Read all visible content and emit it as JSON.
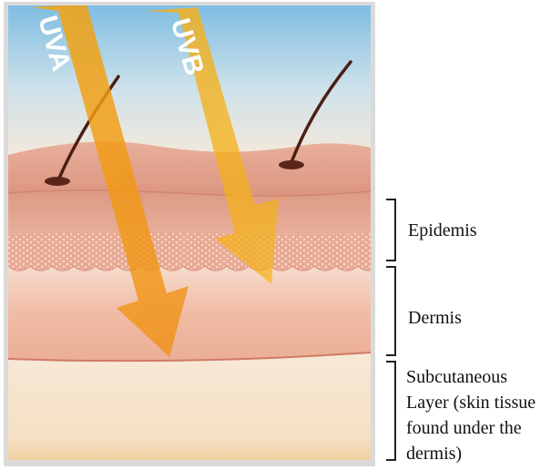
{
  "rays": [
    {
      "label": "UVA"
    },
    {
      "label": "UVB"
    }
  ],
  "layers": [
    {
      "label": "Epidemis"
    },
    {
      "label": "Dermis"
    },
    {
      "label": "Subcutaneous Layer (skin tissue found under the dermis)",
      "lines": [
        "Subcutaneous",
        "Layer (skin tissue",
        "found under the",
        "dermis)"
      ]
    }
  ],
  "colors": {
    "sky_top": "#8ec3e3",
    "sky_bottom": "#f3e6d6",
    "skin_surface": "#d9907a",
    "epidermis": "#e7a894",
    "dermis": "#f2c2ad",
    "subcutaneous": "#f6e3cc",
    "ray": "#f0a21e",
    "hair": "#4a1f14",
    "frame": "#d8d8d8"
  }
}
